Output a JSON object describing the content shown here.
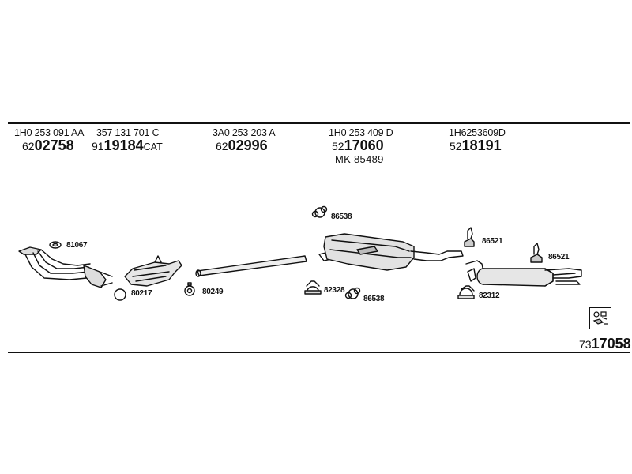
{
  "header_parts": [
    {
      "oe": "1H0 253 091 AA",
      "prefix": "62",
      "number": "02758",
      "suffix": ""
    },
    {
      "oe": "357 131 701 C",
      "prefix": "91",
      "number": "19184",
      "suffix": "CAT"
    },
    {
      "oe": "3A0 253 203 A",
      "prefix": "62",
      "number": "02996",
      "suffix": ""
    },
    {
      "oe": "1H0 253 409 D",
      "prefix": "52",
      "number": "17060",
      "suffix": ""
    },
    {
      "oe": "1H6253609D",
      "prefix": "52",
      "number": "18191",
      "suffix": ""
    }
  ],
  "mount_kit": "MK  85489",
  "labels": {
    "clamp_81067": "81067",
    "ring_80217": "80217",
    "ring_80249": "80249",
    "hanger_86538_top": "86538",
    "clamp_82328": "82328",
    "hanger_86538_bottom": "86538",
    "hanger_86521_left": "86521",
    "hanger_86521_right": "86521",
    "clamp_82312": "82312"
  },
  "kit_number": {
    "prefix": "73",
    "number": "17058"
  }
}
